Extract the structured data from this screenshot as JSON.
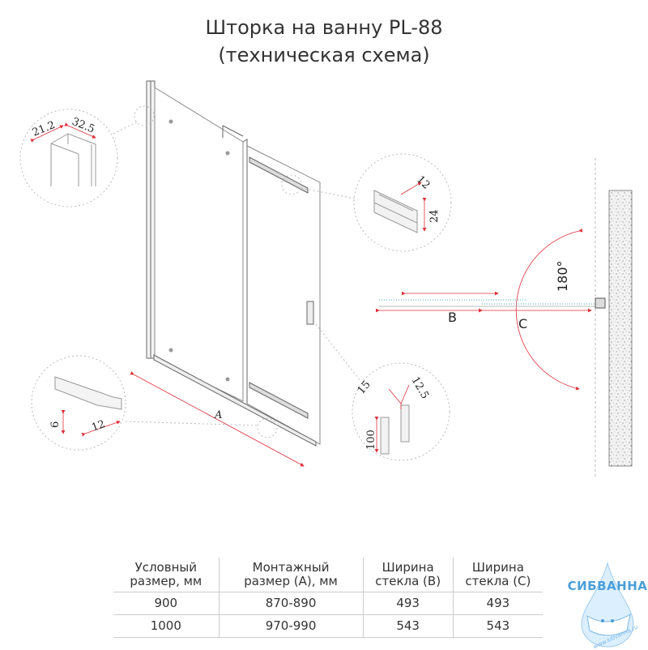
{
  "title": {
    "line1": "Шторка на ванну PL-88",
    "line2": "(техническая схема)"
  },
  "diagram": {
    "dim_profile_a": "21.2",
    "dim_profile_b": "32.5",
    "dim_rail_width": "12",
    "dim_rail_height": "24",
    "dim_bottom_height": "6",
    "dim_bottom_width": "12",
    "dim_handle_a": "15",
    "dim_handle_b": "12.5",
    "dim_handle_length": "100",
    "dim_mount": "A",
    "plan_label_b": "B",
    "plan_label_c": "C",
    "plan_angle": "180°",
    "accent_color": "#e0303a"
  },
  "table": {
    "headers": [
      [
        "Условный",
        "размер, мм"
      ],
      [
        "Монтажный",
        "размер (A), мм"
      ],
      [
        "Ширина",
        "стекла (B)"
      ],
      [
        "Ширина",
        "стекла (C)"
      ]
    ],
    "rows": [
      [
        "900",
        "870-890",
        "493",
        "493"
      ],
      [
        "1000",
        "970-990",
        "543",
        "543"
      ]
    ]
  },
  "logo": {
    "name": "СИБВАННА",
    "url": "www.sibvanna.ru",
    "color": "#4a9fd8"
  }
}
